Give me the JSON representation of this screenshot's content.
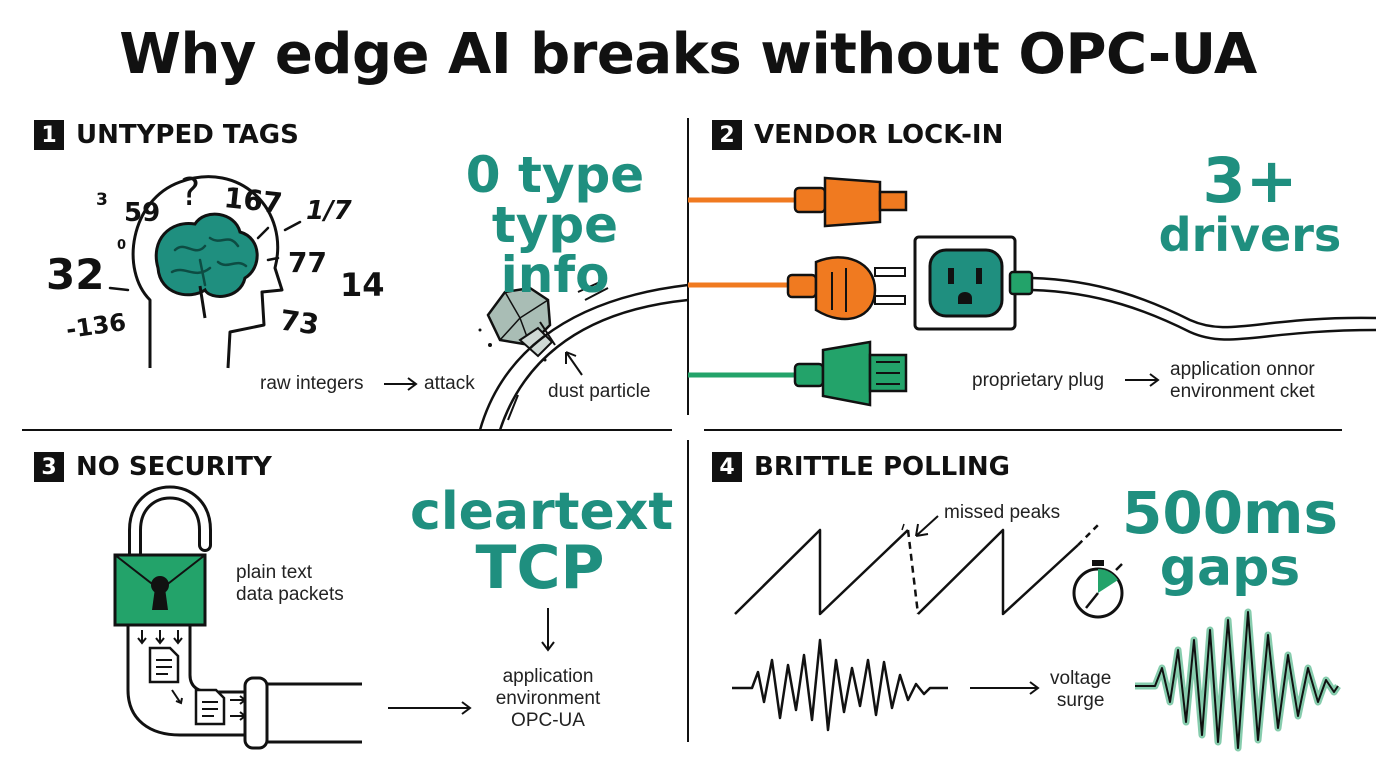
{
  "title": "Why edge AI breaks without OPC-UA",
  "sections": [
    {
      "number": "1",
      "title": "UNTYPED TAGS",
      "stat_line1": "0 type",
      "stat_line2": "type info",
      "tags": [
        "3",
        "59",
        "?",
        "167",
        "1/7",
        "32",
        "0",
        "77",
        "14",
        "-136",
        "73"
      ],
      "note_left": "raw integers",
      "note_right": "attack",
      "note_particle": "dust particle"
    },
    {
      "number": "2",
      "title": "VENDOR LOCK-IN",
      "stat_line1": "3+",
      "stat_line2": "drivers",
      "note_left": "proprietary plug",
      "note_right_line1": "application onnor",
      "note_right_line2": "environment cket"
    },
    {
      "number": "3",
      "title": "NO SECURITY",
      "stat_line1": "cleartext",
      "stat_line2": "TCP",
      "note_packets_line1": "plain text",
      "note_packets_line2": "data packets",
      "note_target_line1": "application",
      "note_target_line2": "environment",
      "note_target_line3": "OPC-UA"
    },
    {
      "number": "4",
      "title": "BRITTLE POLLING",
      "stat_line1": "500ms",
      "stat_line2": "gaps",
      "note_peaks": "missed peaks",
      "note_surge_line1": "voltage",
      "note_surge_line2": "surge"
    }
  ],
  "colors": {
    "accent": "#1f8f7f",
    "orange": "#f07a20",
    "green": "#23a36a",
    "ink": "#111111"
  },
  "icons": [
    "brain-head-icon",
    "rock-icon",
    "plug-icon",
    "outlet-icon",
    "padlock-icon",
    "document-icon",
    "pipe-icon",
    "stopwatch-icon",
    "sawtooth-wave-icon",
    "surge-wave-icon"
  ]
}
